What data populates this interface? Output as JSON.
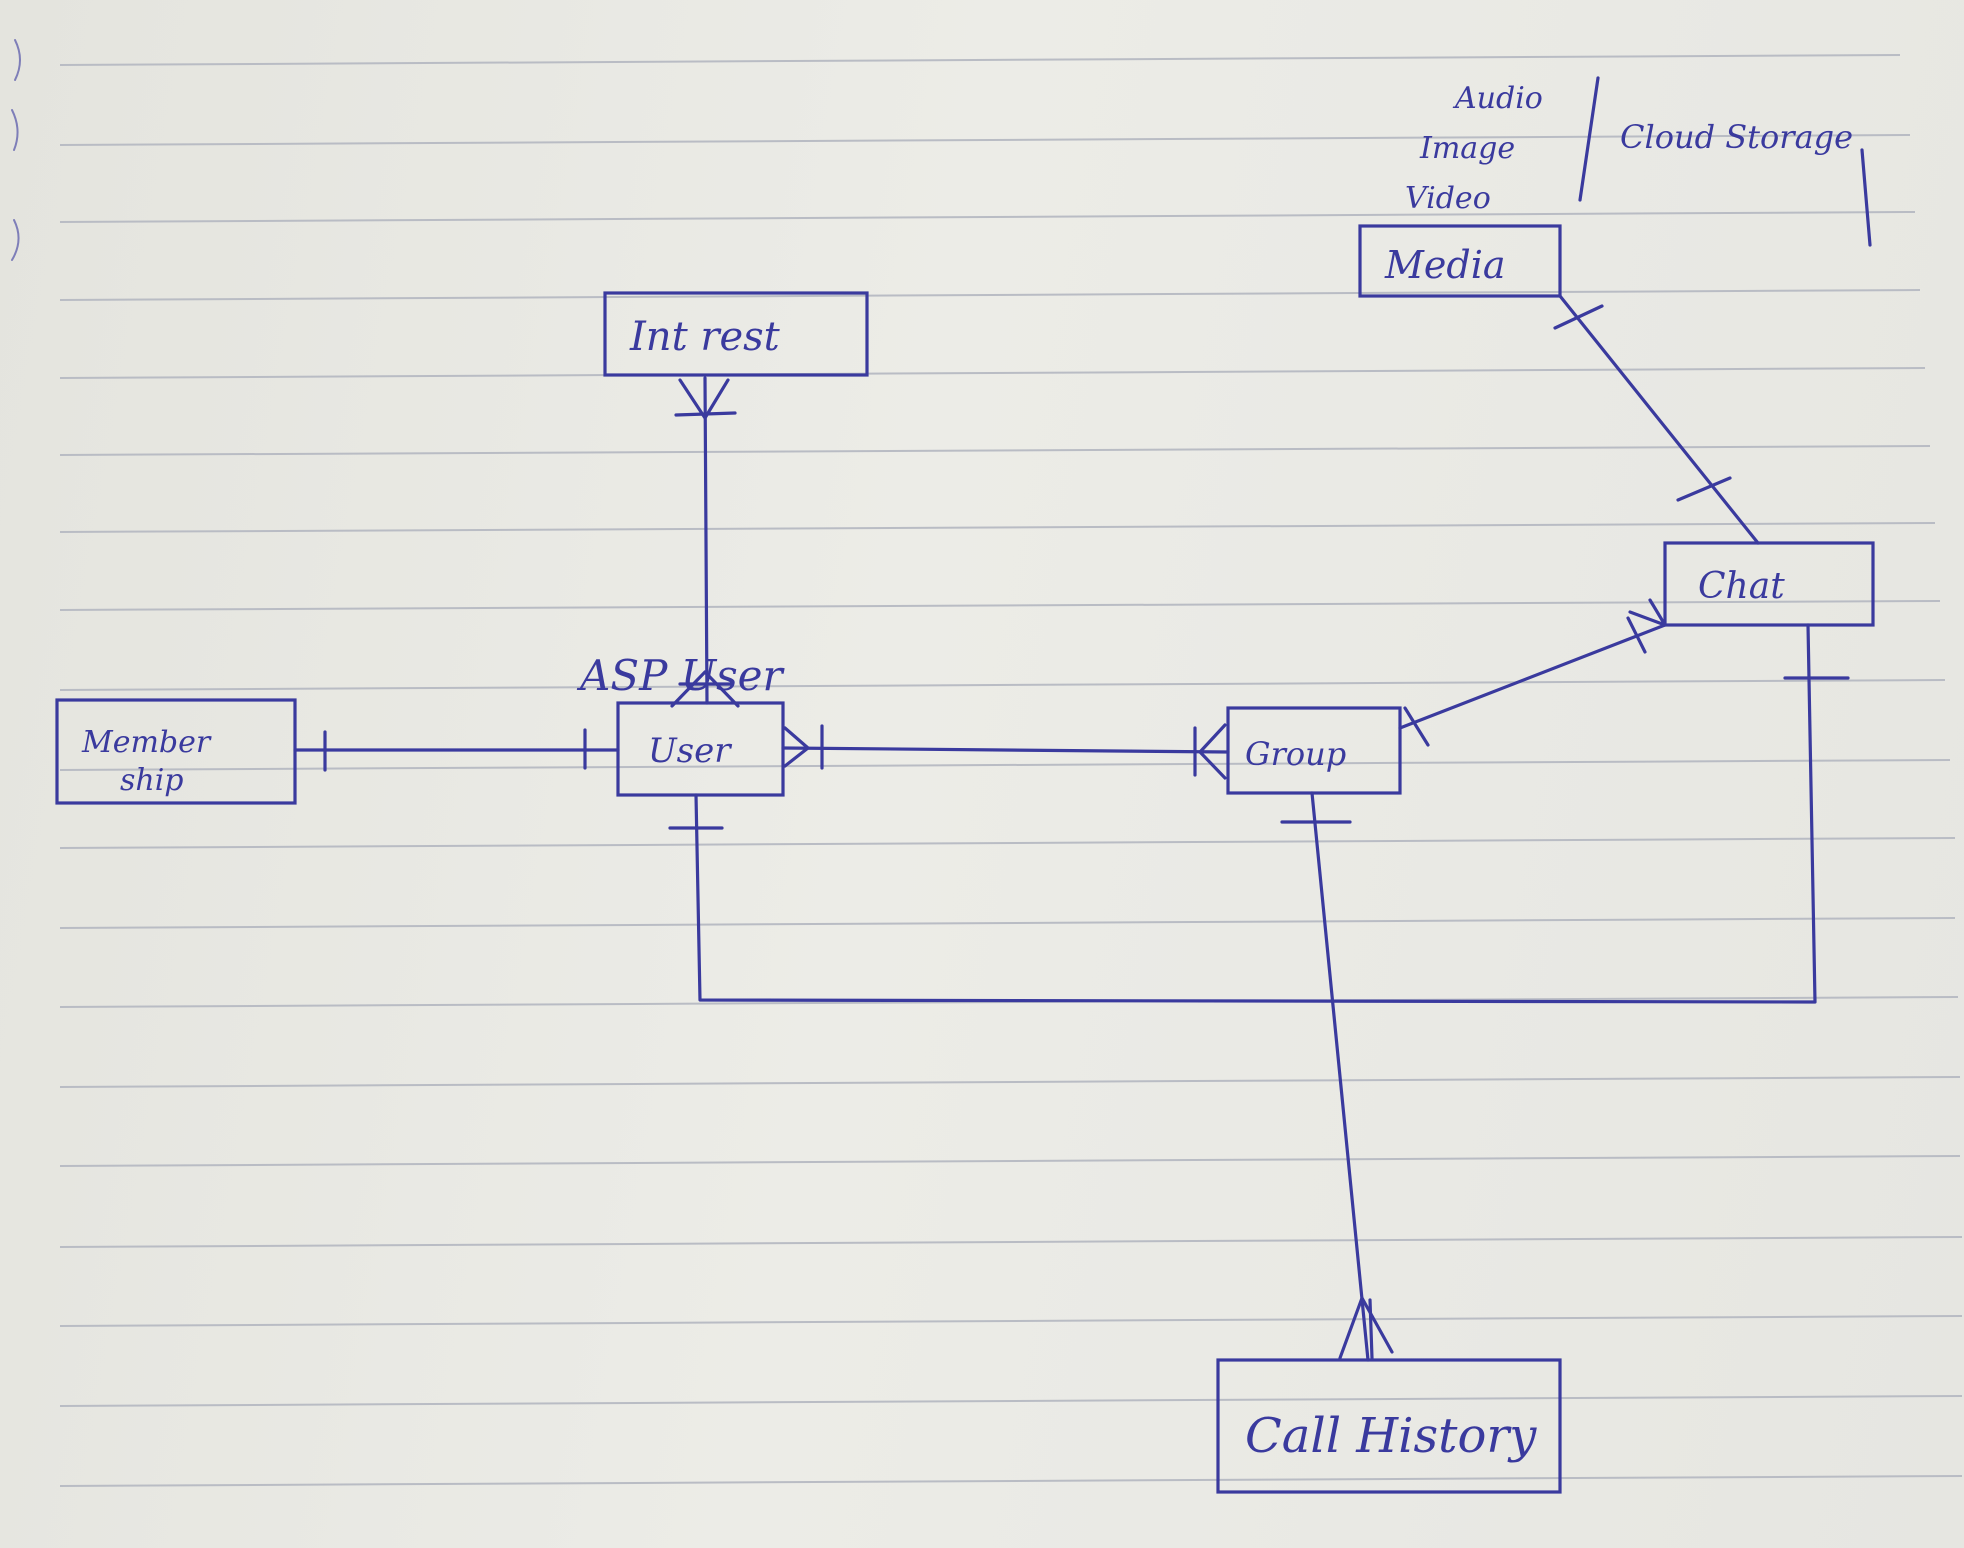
{
  "diagram": {
    "entities": {
      "interest": "Int rest",
      "media": "Media",
      "chat": "Chat",
      "membership_line1": "Member",
      "membership_line2": "ship",
      "user": "User",
      "group": "Group",
      "call_history": "Call History"
    },
    "annotations": {
      "asp_user": "ASP User",
      "media_audio": "Audio",
      "media_image": "Image",
      "media_video": "Video",
      "cloud_storage": "Cloud Storage"
    },
    "colors": {
      "ink": "#3a3a9e",
      "paper": "#e9e9e4",
      "ruled_line": "#b9bcc4"
    }
  }
}
